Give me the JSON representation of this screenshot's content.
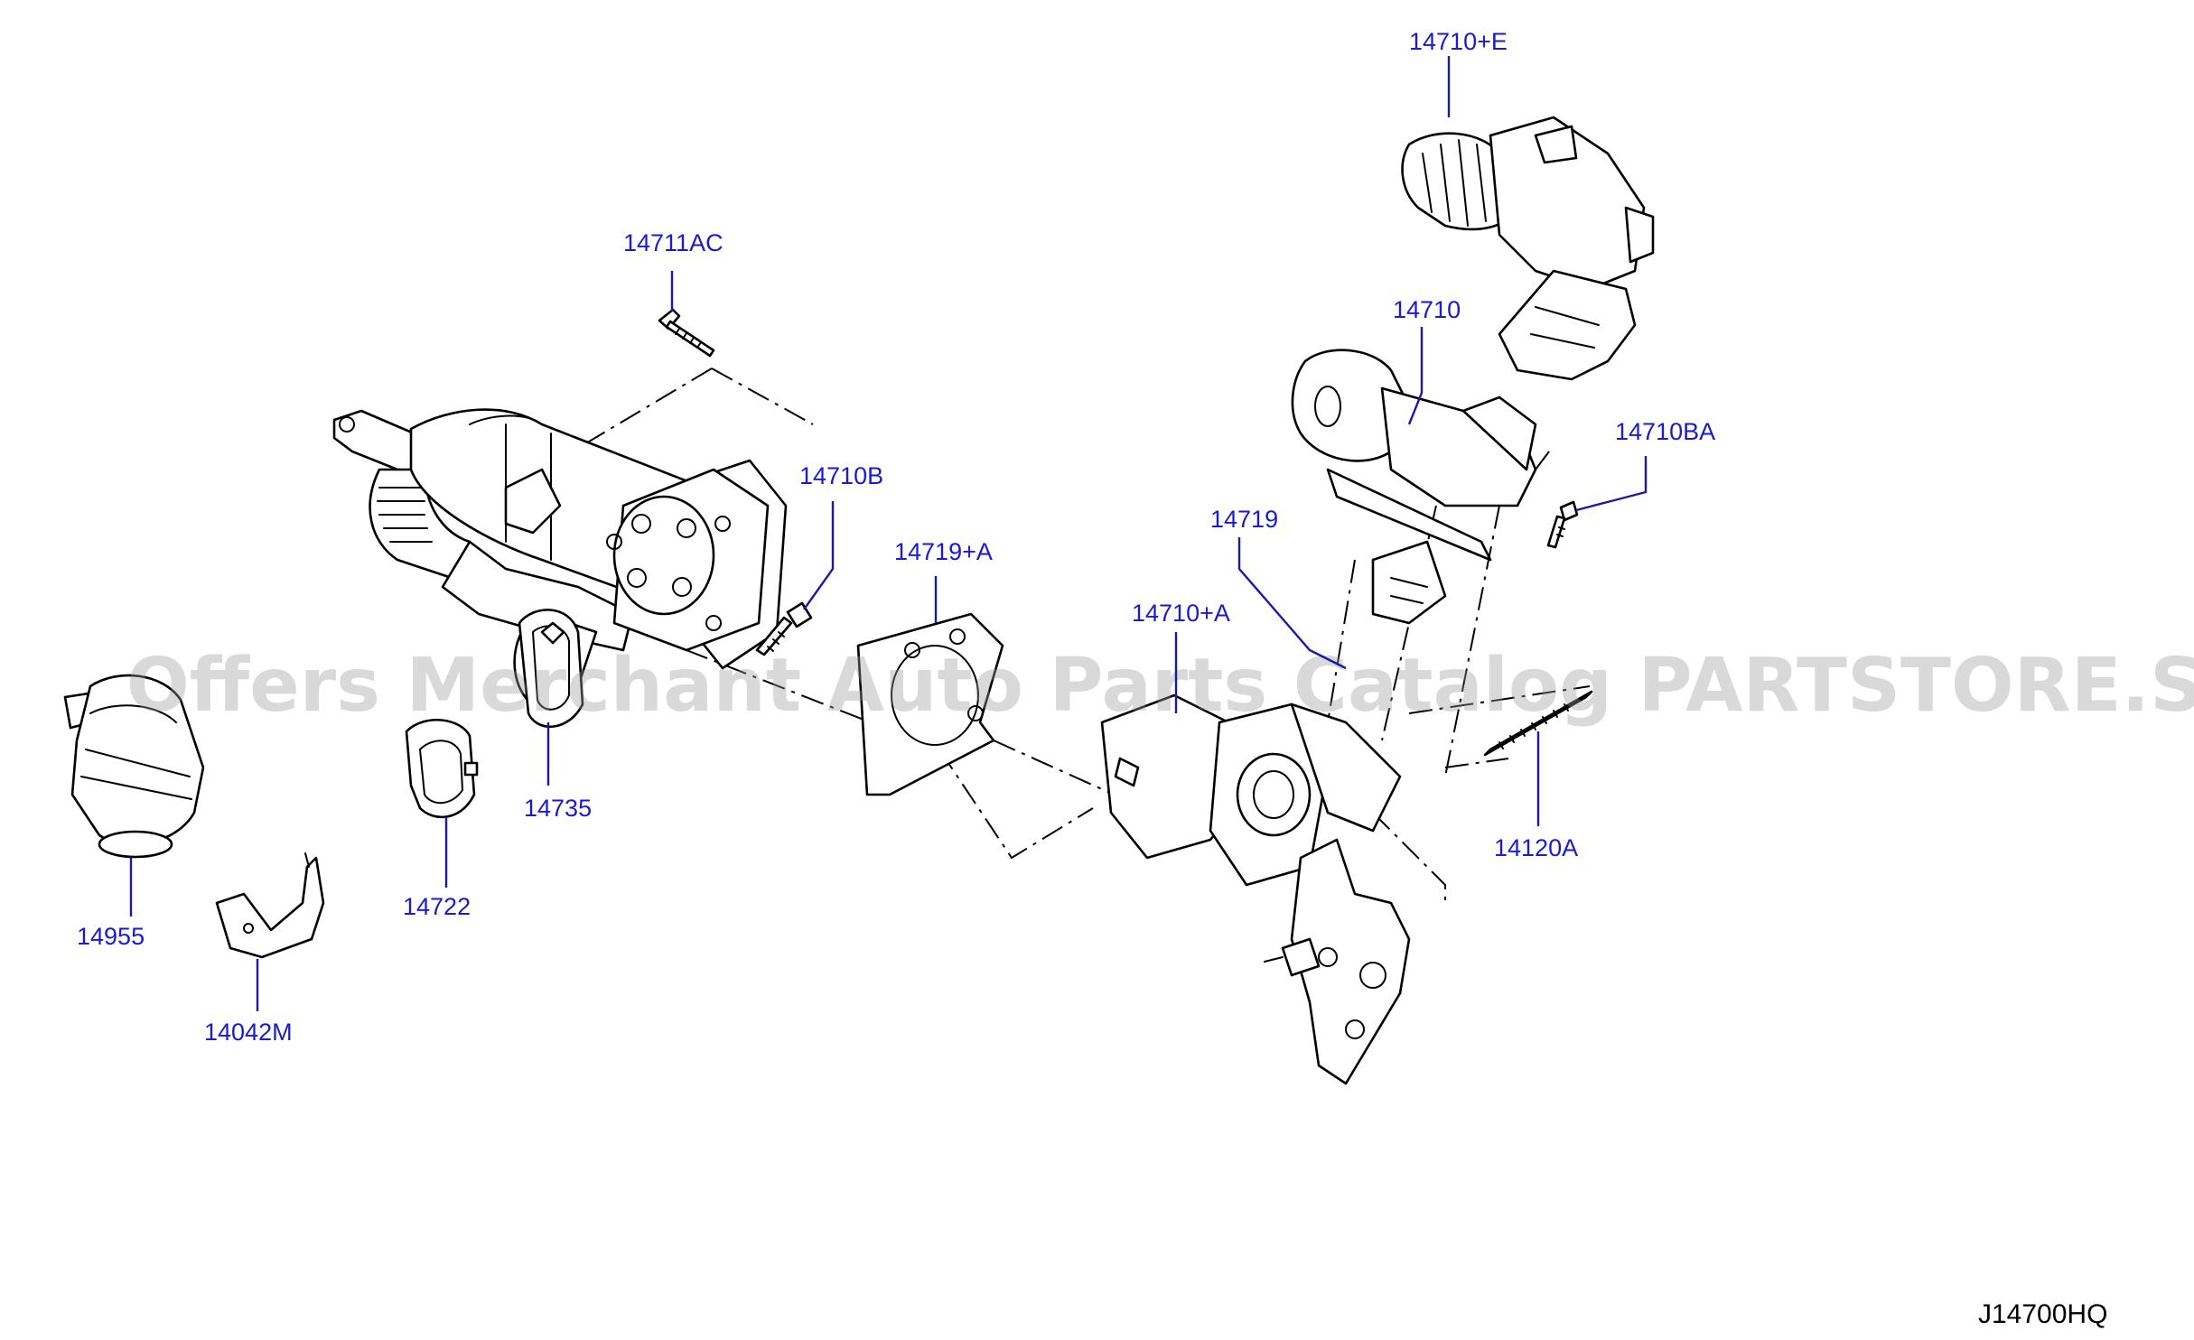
{
  "diagram_code": "J14700HQ",
  "watermark": "Offers Merchant Auto Parts Catalog PARTSTORE.SA",
  "colors": {
    "callout_text": "#1a1ad0",
    "leader_line": "#1a1aa6",
    "line_art": "#000000",
    "background": "#ffffff"
  },
  "callouts": [
    {
      "id": "c1",
      "label": "14710+E"
    },
    {
      "id": "c2",
      "label": "14711AC"
    },
    {
      "id": "c3",
      "label": "14710"
    },
    {
      "id": "c4",
      "label": "14710BA"
    },
    {
      "id": "c5",
      "label": "14710B"
    },
    {
      "id": "c6",
      "label": "14719"
    },
    {
      "id": "c7",
      "label": "14719+A"
    },
    {
      "id": "c8",
      "label": "14710+A"
    },
    {
      "id": "c9",
      "label": "14735"
    },
    {
      "id": "c10",
      "label": "14120A"
    },
    {
      "id": "c11",
      "label": "14722"
    },
    {
      "id": "c12",
      "label": "14955"
    },
    {
      "id": "c13",
      "label": "14042M"
    }
  ]
}
